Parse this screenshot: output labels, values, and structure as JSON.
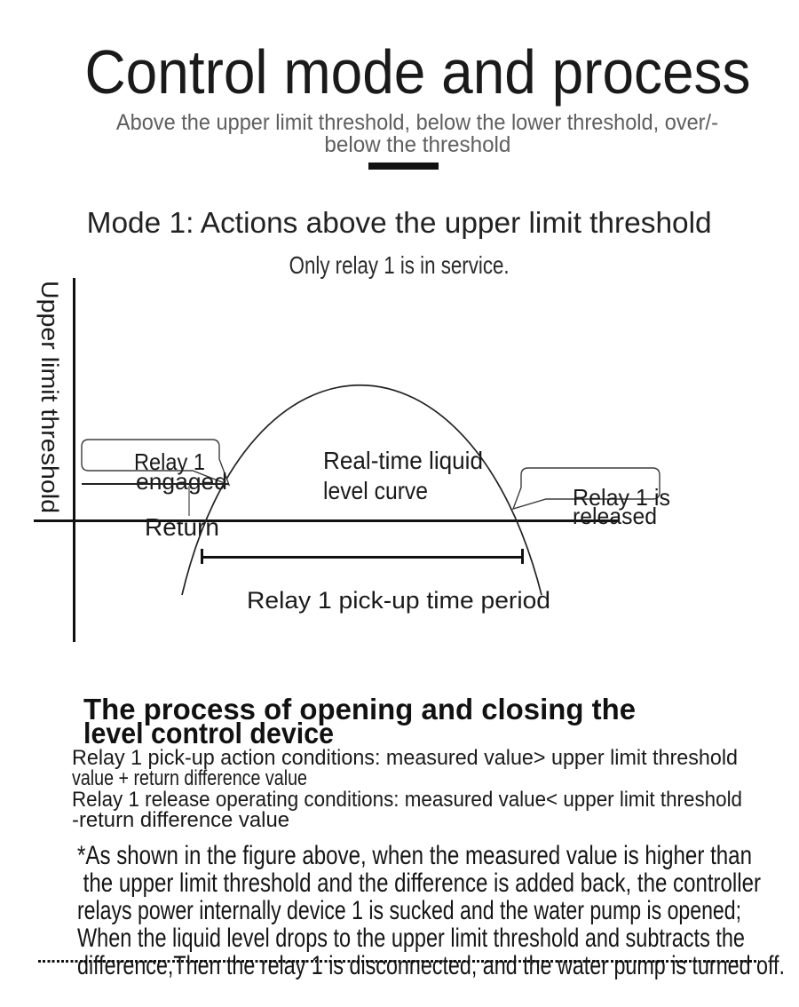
{
  "header": {
    "title": "Control mode and process",
    "subtitle_line1": "Above the upper limit threshold, below the lower threshold, over/-",
    "subtitle_line2": "below the threshold"
  },
  "mode_section": {
    "heading": "Mode 1: Actions above the upper limit threshold",
    "subheading": "Only relay 1 is in service."
  },
  "diagram": {
    "y_axis_label": "Upper limit threshold",
    "engaged_callout": {
      "line1": "Relay 1",
      "line2": "engaged"
    },
    "return_label": "Return",
    "curve_label_line1": "Real-time liquid",
    "curve_label_line2": "level curve",
    "released_callout": {
      "line1": "Relay 1 is",
      "line2": "released"
    },
    "bracket_label": "Relay 1 pick-up time period"
  },
  "process_section": {
    "heading_line1": "The process of opening and closing the",
    "heading_line2": "level control device",
    "conditions": [
      "Relay 1 pick-up action conditions: measured value> upper limit threshold",
      "value + return difference value",
      "Relay 1 release operating conditions: measured value< upper limit threshold",
      "-return difference value"
    ],
    "note": [
      "*As shown in the figure above, when the measured value is higher than",
      " the upper limit threshold and the difference is added back, the controller",
      "relays power internally device 1 is sucked and the water pump is opened;",
      "When the liquid level drops to the upper limit threshold and subtracts the",
      "difference,Then the relay 1 is disconnected, and the water pump is turned off."
    ]
  },
  "colors": {
    "text_primary": "#1a1a1a",
    "text_secondary": "#5f5f5f",
    "line": "#111111",
    "tick_gray": "#8f8f8f",
    "background": "#ffffff"
  }
}
